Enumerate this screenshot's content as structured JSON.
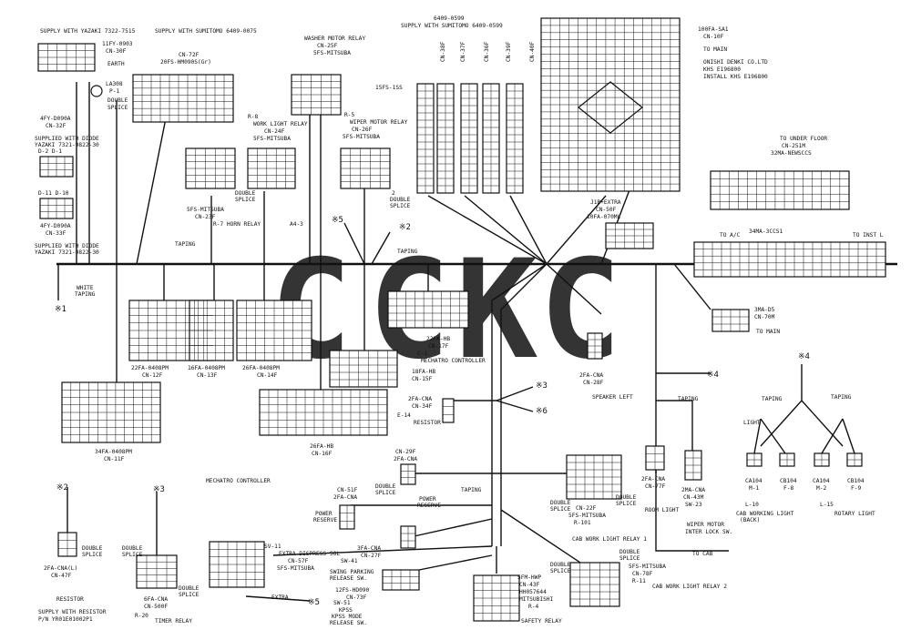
{
  "watermark": {
    "letters": [
      "C",
      "C",
      "K",
      "C"
    ],
    "colors": [
      "#4f8fec",
      "#ef6a5a",
      "#f5c93d",
      "#3aa56f"
    ]
  },
  "labels": [
    {
      "name": "supply-yazaki-7322-7515",
      "text": "SUPPLY WITH YAZAKI 7322-7515"
    },
    {
      "name": "cn-30f-part",
      "text": "11FY-0903"
    },
    {
      "name": "cn-30f",
      "text": "CN-30F"
    },
    {
      "name": "earth",
      "text": "EARTH"
    },
    {
      "name": "la308",
      "text": "LA308"
    },
    {
      "name": "p-1",
      "text": "P-1"
    },
    {
      "name": "double-splice-1",
      "text": "DOUBLE"
    },
    {
      "name": "double-splice-1b",
      "text": "SPLICE"
    },
    {
      "name": "cn-32f-part",
      "text": "4FY-D090A"
    },
    {
      "name": "cn-32f",
      "text": "CN-32F"
    },
    {
      "name": "supply-diode-a",
      "text": "SUPPLIED WITH DIODE"
    },
    {
      "name": "supply-diode-a2",
      "text": "YAZAKI 7321-9822-30"
    },
    {
      "name": "d2-d1",
      "text": "D-2   D-1"
    },
    {
      "name": "d11-d10",
      "text": "D-11 D-10"
    },
    {
      "name": "cn-33f-part",
      "text": "4FY-D090A"
    },
    {
      "name": "cn-33f",
      "text": "CN-33F"
    },
    {
      "name": "supply-diode-b",
      "text": "SUPPLIED WITH DIODE"
    },
    {
      "name": "supply-diode-b2",
      "text": "YAZAKI 7321-9822-30"
    },
    {
      "name": "white-taping",
      "text": "WHITE"
    },
    {
      "name": "white-taping-2",
      "text": "TAPING"
    },
    {
      "name": "ref-1",
      "text": "※1"
    },
    {
      "name": "supply-sumitomo",
      "text": "SUPPLY WITH SUMITOMO 6409-0075"
    },
    {
      "name": "cn-72f",
      "text": "CN-72F"
    },
    {
      "name": "cn-72f-part",
      "text": "20FS-HM090S(Gr)"
    },
    {
      "name": "washer-relay",
      "text": "WASHER MOTOR RELAY"
    },
    {
      "name": "cn-25f",
      "text": "CN-25F"
    },
    {
      "name": "cn-25f-part",
      "text": "5FS-MITSUBA"
    },
    {
      "name": "15fs-1ss",
      "text": "15FS-1SS"
    },
    {
      "name": "r8",
      "text": "R-8"
    },
    {
      "name": "work-light-relay",
      "text": "WORK LIGHT RELAY"
    },
    {
      "name": "cn-24f",
      "text": "CN-24F"
    },
    {
      "name": "cn-24f-part",
      "text": "5FS-MITSUBA"
    },
    {
      "name": "r5",
      "text": "R-5"
    },
    {
      "name": "wiper-relay",
      "text": "WIPER MOTOR RELAY"
    },
    {
      "name": "cn-26f",
      "text": "CN-26F"
    },
    {
      "name": "cn-26f-part",
      "text": "5FS-MITSUBA"
    },
    {
      "name": "double-splice-2",
      "text": "DOUBLE"
    },
    {
      "name": "double-splice-2b",
      "text": "SPLICE"
    },
    {
      "name": "cn-23f-part",
      "text": "5FS-MITSUBA"
    },
    {
      "name": "cn-23f",
      "text": "CN-23F"
    },
    {
      "name": "r7-horn",
      "text": "R-7        HORN RELAY"
    },
    {
      "name": "double-splice-3",
      "text": "2"
    },
    {
      "name": "double-splice-3b",
      "text": "DOUBLE"
    },
    {
      "name": "double-splice-3c",
      "text": "SPLICE"
    },
    {
      "name": "a4-3",
      "text": "A4-3"
    },
    {
      "name": "ref-5",
      "text": "※5"
    },
    {
      "name": "ref-2",
      "text": "※2"
    },
    {
      "name": "taping-1",
      "text": "TAPING"
    },
    {
      "name": "taping-2",
      "text": "TAPING"
    },
    {
      "name": "sumitomo-top",
      "text": "6409-0599"
    },
    {
      "name": "sumitomo-top2",
      "text": "SUPPLY WITH SUMITOMO 6409-0599"
    },
    {
      "name": "cn-38f",
      "text": "CN-38F"
    },
    {
      "name": "cn-37f",
      "text": "CN-37F"
    },
    {
      "name": "cn-36f",
      "text": "CN-36F"
    },
    {
      "name": "cn-39f",
      "text": "CN-39F"
    },
    {
      "name": "cn-40f",
      "text": "CN-40F"
    },
    {
      "name": "cn-10f-part",
      "text": "100FA-SA1"
    },
    {
      "name": "cn-10f",
      "text": "CN-10F"
    },
    {
      "name": "to-main-1",
      "text": "TO MAIN"
    },
    {
      "name": "onishi",
      "text": "ONISHI DENKI CO.LTD"
    },
    {
      "name": "khs",
      "text": "KHS E196800"
    },
    {
      "name": "install-khs",
      "text": "INSTALL KHS E196800"
    },
    {
      "name": "extra-j1b",
      "text": "J1B+EXTRA"
    },
    {
      "name": "cn-50f",
      "text": "CN-50F"
    },
    {
      "name": "cn-50f-part",
      "text": "10FA-070ML"
    },
    {
      "name": "to-under-floor",
      "text": "TO UNDER FLOOR"
    },
    {
      "name": "cn-251m",
      "text": "CN-251M"
    },
    {
      "name": "cn-251m-part",
      "text": "32MA-NEWSCCS"
    },
    {
      "name": "to-ac",
      "text": "TO A/C"
    },
    {
      "name": "34ma",
      "text": "34MA-3CCS1"
    },
    {
      "name": "to-inst-l",
      "text": "TO INST L"
    },
    {
      "name": "cn-70m-part",
      "text": "3MA-D5"
    },
    {
      "name": "cn-70m",
      "text": "CN-70M"
    },
    {
      "name": "to-main-2",
      "text": "TO MAIN"
    },
    {
      "name": "cn-12f-part",
      "text": "22FA-0408PM"
    },
    {
      "name": "cn-12f",
      "text": "CN-12F"
    },
    {
      "name": "cn-13f-part",
      "text": "16FA-0408PM"
    },
    {
      "name": "cn-13f",
      "text": "CN-13F"
    },
    {
      "name": "cn-14f-part",
      "text": "26FA-0408PM"
    },
    {
      "name": "cn-14f",
      "text": "CN-14F"
    },
    {
      "name": "cn-17f-part",
      "text": "22FA-HB"
    },
    {
      "name": "cn-17f",
      "text": "CN-17F"
    },
    {
      "name": "c1",
      "text": "C-1"
    },
    {
      "name": "mechatro-1",
      "text": "MECHATRO CONTROLLER"
    },
    {
      "name": "cn-15f-part",
      "text": "18FA-HB"
    },
    {
      "name": "cn-15f",
      "text": "CN-15F"
    },
    {
      "name": "cn-28f-part",
      "text": "2FA-CNA"
    },
    {
      "name": "cn-28f",
      "text": "CN-28F"
    },
    {
      "name": "speaker-left",
      "text": "SPEAKER LEFT"
    },
    {
      "name": "cn-11f-part",
      "text": "34FA-0408PM"
    },
    {
      "name": "cn-11f",
      "text": "CN-11F"
    },
    {
      "name": "cn-16f-part",
      "text": "26FA-HB"
    },
    {
      "name": "cn-16f",
      "text": "CN-16F"
    },
    {
      "name": "mechatro-2",
      "text": "MECHATRO CONTROLLER"
    },
    {
      "name": "cn-34f-part",
      "text": "2FA-CNA"
    },
    {
      "name": "cn-34f",
      "text": "CN-34F"
    },
    {
      "name": "e14",
      "text": "E-14"
    },
    {
      "name": "resistor-1",
      "text": "RESISTOR"
    },
    {
      "name": "ref-3a",
      "text": "※3"
    },
    {
      "name": "ref-6",
      "text": "※6"
    },
    {
      "name": "ref-4a",
      "text": "※4"
    },
    {
      "name": "taping-3",
      "text": "TAPING"
    },
    {
      "name": "ref-4b",
      "text": "※4"
    },
    {
      "name": "taping-4",
      "text": "TAPING"
    },
    {
      "name": "taping-5",
      "text": "TAPING"
    },
    {
      "name": "light",
      "text": "LIGHT"
    },
    {
      "name": "ca104-m1",
      "text": "CA104"
    },
    {
      "name": "m1",
      "text": "M-1"
    },
    {
      "name": "cb104-f8",
      "text": "CB104"
    },
    {
      "name": "f8",
      "text": "F-8"
    },
    {
      "name": "ca104-m2",
      "text": "CA104"
    },
    {
      "name": "m2",
      "text": "M-2"
    },
    {
      "name": "cb104-f9",
      "text": "CB104"
    },
    {
      "name": "f9",
      "text": "F-9"
    },
    {
      "name": "l10",
      "text": "L-10"
    },
    {
      "name": "cab-working-light",
      "text": "CAB WORKING LIGHT"
    },
    {
      "name": "back",
      "text": "(BACK)"
    },
    {
      "name": "l15",
      "text": "L-15"
    },
    {
      "name": "rotary-light",
      "text": "ROTARY LIGHT"
    },
    {
      "name": "cn-77f-part",
      "text": "2FA-CNA"
    },
    {
      "name": "cn-77f",
      "text": "CN-77F"
    },
    {
      "name": "room-light",
      "text": "ROOM LIGHT"
    },
    {
      "name": "cn-43m-part",
      "text": "2MA-CNA"
    },
    {
      "name": "cn-43m",
      "text": "CN-43M"
    },
    {
      "name": "sw-23",
      "text": "SW-23"
    },
    {
      "name": "wiper-interlock",
      "text": "WIPER MOTOR"
    },
    {
      "name": "wiper-interlock-2",
      "text": "INTER LOCK SW."
    },
    {
      "name": "to-cab",
      "text": "TO CAB"
    },
    {
      "name": "cn-22f",
      "text": "CN-22F"
    },
    {
      "name": "cn-22f-part",
      "text": "5FS-MITSUBA"
    },
    {
      "name": "r101",
      "text": "R-101"
    },
    {
      "name": "double-splice-4",
      "text": "DOUBLE"
    },
    {
      "name": "double-splice-4b",
      "text": "SPLICE"
    },
    {
      "name": "double-splice-5",
      "text": "DOUBLE"
    },
    {
      "name": "double-splice-5b",
      "text": "SPLICE"
    },
    {
      "name": "cab-relay-1",
      "text": "CAB WORK LIGHT RELAY 1"
    },
    {
      "name": "cn-78f-part",
      "text": "5FS-MITSUBA"
    },
    {
      "name": "cn-78f",
      "text": "CN-78F"
    },
    {
      "name": "r11",
      "text": "R-11"
    },
    {
      "name": "double-splice-6",
      "text": "DOUBLE"
    },
    {
      "name": "double-splice-6b",
      "text": "SPLICE"
    },
    {
      "name": "double-splice-7",
      "text": "DOUBLE"
    },
    {
      "name": "double-splice-7b",
      "text": "SPLICE"
    },
    {
      "name": "cab-relay-2",
      "text": "CAB WORK LIGHT RELAY 2"
    },
    {
      "name": "cn-29f",
      "text": "CN-29F"
    },
    {
      "name": "cn-29f-part",
      "text": "2FA-CNA"
    },
    {
      "name": "double-splice-8",
      "text": "DOUBLE"
    },
    {
      "name": "double-splice-8b",
      "text": "SPLICE"
    },
    {
      "name": "power-reserve-1",
      "text": "POWER"
    },
    {
      "name": "power-reserve-1b",
      "text": "RESERVE"
    },
    {
      "name": "taping-6",
      "text": "TAPING"
    },
    {
      "name": "cn-51f",
      "text": "CN-51F"
    },
    {
      "name": "cn-51f-part",
      "text": "2FA-CNA"
    },
    {
      "name": "power-reserve-2",
      "text": "POWER"
    },
    {
      "name": "power-reserve-2b",
      "text": "RESERVE"
    },
    {
      "name": "cn-27f-part",
      "text": "3FA-CNA"
    },
    {
      "name": "cn-27f",
      "text": "CN-27F"
    },
    {
      "name": "sw-41",
      "text": "SW-41"
    },
    {
      "name": "swing-parking",
      "text": "SWING PARKING"
    },
    {
      "name": "swing-parking-2",
      "text": "RELEASE SW."
    },
    {
      "name": "sv-11",
      "text": "SV-11"
    },
    {
      "name": "extra-dispress",
      "text": "EXTRA DISPRESS SOL"
    },
    {
      "name": "cn-57f",
      "text": "CN-57F"
    },
    {
      "name": "cn-57f-part",
      "text": "5FS-MITSUBA"
    },
    {
      "name": "ref-5b",
      "text": "※5"
    },
    {
      "name": "cn-73f-part",
      "text": "12FS-HD090"
    },
    {
      "name": "cn-73f",
      "text": "CN-73F"
    },
    {
      "name": "sw-51",
      "text": "SW-51"
    },
    {
      "name": "kpss",
      "text": "KPSS"
    },
    {
      "name": "kpss-mode",
      "text": "KPSS MODE"
    },
    {
      "name": "release-sw",
      "text": "RELEASE SW."
    },
    {
      "name": "cn-43f-part",
      "text": "5FM-HWP"
    },
    {
      "name": "cn-43f",
      "text": "CN-43F"
    },
    {
      "name": "hh",
      "text": "HH057644"
    },
    {
      "name": "mitsubishi",
      "text": "MITSUBISHI"
    },
    {
      "name": "r4",
      "text": "R-4"
    },
    {
      "name": "safety-relay",
      "text": "SAFETY RELAY"
    },
    {
      "name": "ref-2b",
      "text": "※2"
    },
    {
      "name": "cn-47f-part",
      "text": "2FA-CNA(L)"
    },
    {
      "name": "cn-47f",
      "text": "CN-47F"
    },
    {
      "name": "double-splice-9",
      "text": "DOUBLE"
    },
    {
      "name": "double-splice-9b",
      "text": "SPLICE"
    },
    {
      "name": "resistor-2",
      "text": "RESISTOR"
    },
    {
      "name": "supply-resistor",
      "text": "SUPPLY WITH RESISTOR"
    },
    {
      "name": "pn",
      "text": "P/N YR01E01002P1"
    },
    {
      "name": "ref-3b",
      "text": "※3"
    },
    {
      "name": "double-splice-10",
      "text": "DOUBLE"
    },
    {
      "name": "double-splice-10b",
      "text": "SPLICE"
    },
    {
      "name": "double-splice-11",
      "text": "DOUBLE"
    },
    {
      "name": "double-splice-11b",
      "text": "SPLICE"
    },
    {
      "name": "cn-500f-part",
      "text": "6FA-CNA"
    },
    {
      "name": "cn-500f",
      "text": "CN-500F"
    },
    {
      "name": "r20",
      "text": "R-20"
    },
    {
      "name": "timer-relay",
      "text": "TIMER RELAY"
    },
    {
      "name": "extra-tag",
      "text": "EXTRA"
    }
  ]
}
